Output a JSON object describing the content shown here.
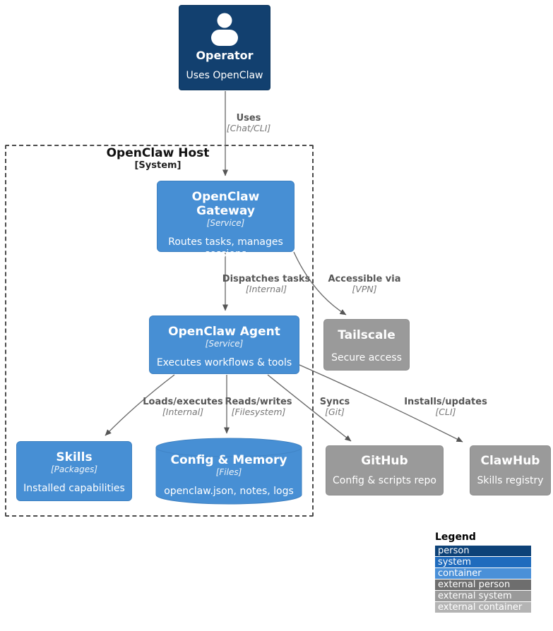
{
  "diagram": {
    "operator": {
      "title": "Operator",
      "desc": "Uses OpenClaw"
    },
    "boundary": {
      "title": "OpenClaw Host",
      "subtitle": "[System]"
    },
    "nodes": {
      "gateway": {
        "title": "OpenClaw Gateway",
        "type": "[Service]",
        "desc": "Routes tasks, manages sessions"
      },
      "agent": {
        "title": "OpenClaw Agent",
        "type": "[Service]",
        "desc": "Executes workflows & tools"
      },
      "skills": {
        "title": "Skills",
        "type": "[Packages]",
        "desc": "Installed capabilities"
      },
      "config_memory": {
        "title": "Config & Memory",
        "type": "[Files]",
        "desc": "openclaw.json, notes, logs"
      },
      "tailscale": {
        "title": "Tailscale",
        "desc": "Secure access"
      },
      "github": {
        "title": "GitHub",
        "desc": "Config & scripts repo"
      },
      "clawhub": {
        "title": "ClawHub",
        "desc": "Skills registry"
      }
    },
    "edges": {
      "uses": {
        "label": "Uses",
        "tech": "[Chat/CLI]"
      },
      "dispatches": {
        "label": "Dispatches tasks",
        "tech": "[Internal]"
      },
      "accessible": {
        "label": "Accessible via",
        "tech": "[VPN]"
      },
      "loads": {
        "label": "Loads/executes",
        "tech": "[Internal]"
      },
      "reads": {
        "label": "Reads/writes",
        "tech": "[Filesystem]"
      },
      "syncs": {
        "label": "Syncs",
        "tech": "[Git]"
      },
      "installs": {
        "label": "Installs/updates",
        "tech": "[CLI]"
      }
    },
    "legend": {
      "title": "Legend",
      "items": [
        {
          "label": "person",
          "color": "#0d4278"
        },
        {
          "label": "system",
          "color": "#1f6bbd"
        },
        {
          "label": "container",
          "color": "#4a90d8"
        },
        {
          "label": "external person",
          "color": "#6e6e6e"
        },
        {
          "label": "external system",
          "color": "#9a9a9a"
        },
        {
          "label": "external container",
          "color": "#b4b4b4"
        }
      ]
    },
    "palette": {
      "person": "#12406f",
      "container": "#478fd4",
      "external_system": "#9a9a9a",
      "line": "#666666"
    }
  }
}
